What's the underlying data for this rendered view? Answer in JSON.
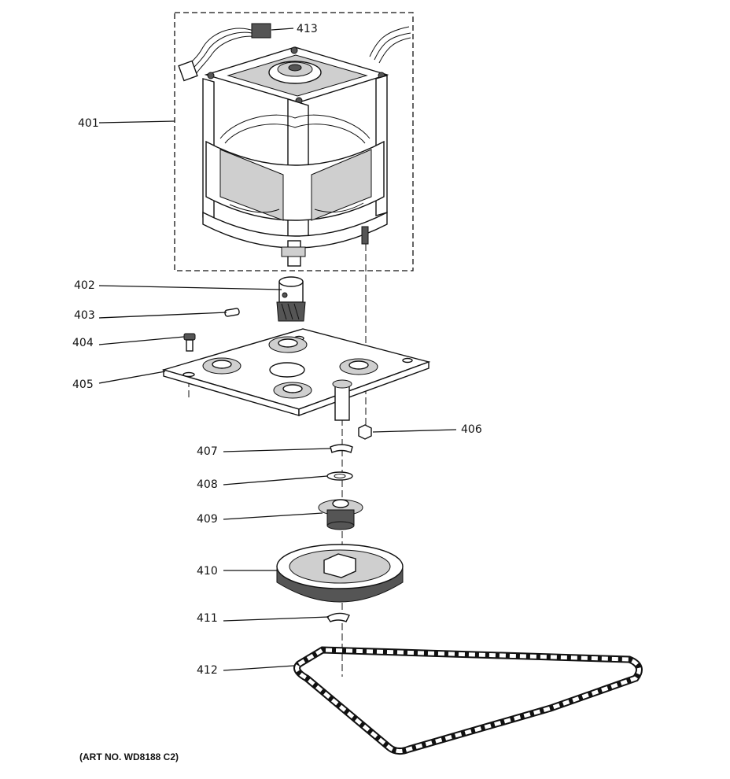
{
  "callouts": [
    {
      "id": "413",
      "text": "413"
    },
    {
      "id": "401",
      "text": "401"
    },
    {
      "id": "402",
      "text": "402"
    },
    {
      "id": "403",
      "text": "403"
    },
    {
      "id": "404",
      "text": "404"
    },
    {
      "id": "405",
      "text": "405"
    },
    {
      "id": "406",
      "text": "406"
    },
    {
      "id": "407",
      "text": "407"
    },
    {
      "id": "408",
      "text": "408"
    },
    {
      "id": "409",
      "text": "409"
    },
    {
      "id": "410",
      "text": "410"
    },
    {
      "id": "411",
      "text": "411"
    },
    {
      "id": "412",
      "text": "412"
    }
  ],
  "art_number": "(ART NO. WD8188 C2)"
}
